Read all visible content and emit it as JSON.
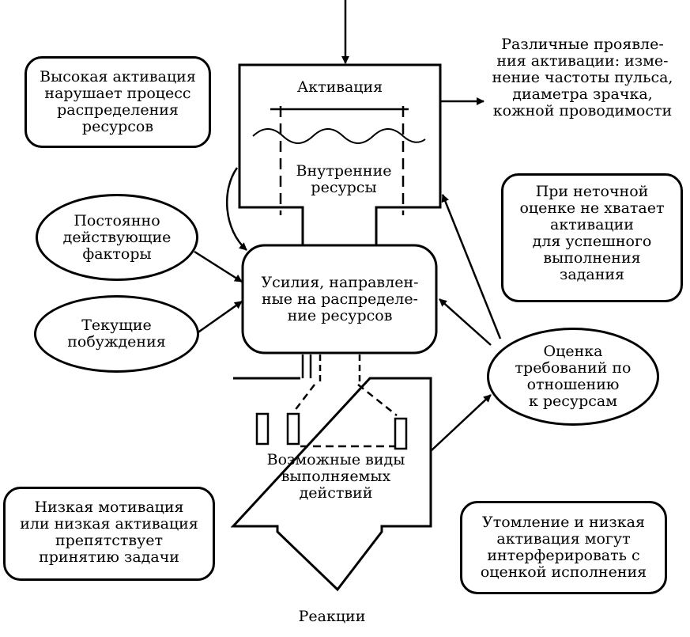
{
  "activation": {
    "title": "Активация",
    "internal_resources": [
      "Внутренние",
      "ресурсы"
    ]
  },
  "effort": [
    "Усилия, направлен-",
    "ные на распределе-",
    "ние ресурсов"
  ],
  "actions": [
    "Возможные виды",
    "выполняемых",
    "действий"
  ],
  "reactions": "Реакции",
  "manifestations": [
    "Различные проявле-",
    "ния активации: изме-",
    "нение частоты пульса,",
    "диаметра зрачка,",
    "кожной проводимости"
  ],
  "notes": {
    "high_activation": [
      "Высокая активация",
      "нарушает процесс",
      "распределения",
      "ресурсов"
    ],
    "inaccurate_estimate": [
      "При неточной",
      "оценке не хватает",
      "активации",
      "для успешного",
      "выполнения",
      "задания"
    ],
    "low_motivation": [
      "Низкая мотивация",
      "или низкая активация",
      "препятствует",
      "принятию задачи"
    ],
    "fatigue": [
      "Утомление и низкая",
      "активация могут",
      "интерферировать с",
      "оценкой исполнения"
    ]
  },
  "ovals": {
    "constant_factors": [
      "Постоянно",
      "действующие",
      "факторы"
    ],
    "current_motives": [
      "Текущие",
      "побуждения"
    ],
    "demand_assessment": [
      "Оценка",
      "требований по",
      "отношению",
      "к ресурсам"
    ]
  }
}
